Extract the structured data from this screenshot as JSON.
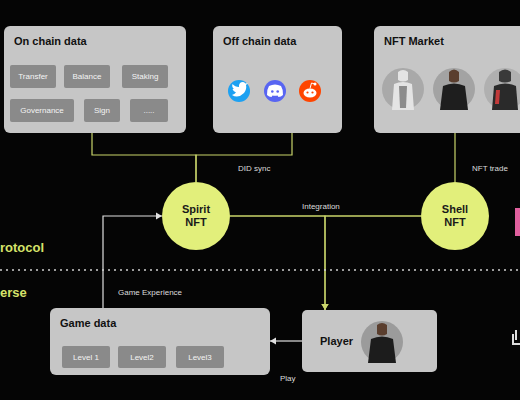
{
  "diagram": {
    "nodes": [
      {
        "text": [
          "On chain data"
        ]
      },
      {
        "text": [
          "Transfer"
        ],
        "in": 0
      },
      {
        "text": [
          "Balance"
        ],
        "in": 0
      },
      {
        "text": [
          "Staking"
        ],
        "in": 0
      },
      {
        "text": [
          "Governance"
        ],
        "in": 0
      },
      {
        "text": [
          "Sign"
        ],
        "in": 0
      },
      {
        "text": [
          "....."
        ],
        "in": 0
      },
      {
        "text": [
          "Off chain data"
        ]
      },
      {
        "text": [
          "NFT Market"
        ]
      },
      {
        "text": [
          "Spirit NFT"
        ]
      },
      {
        "text": [
          "Shell NFT"
        ]
      },
      {
        "text": [
          "Game data"
        ]
      },
      {
        "text": [
          "Level 1"
        ],
        "in": 11
      },
      {
        "text": [
          "Level2"
        ],
        "in": 11
      },
      {
        "text": [
          "Level3"
        ],
        "in": 11
      },
      {
        "text": [
          "Player"
        ]
      }
    ],
    "edges": [
      {
        "from": 0,
        "to": 9,
        "arrow": "none"
      },
      {
        "from": 7,
        "to": 9,
        "label": "DID sync",
        "arrow": "none"
      },
      {
        "from": 8,
        "to": 10,
        "label": "NFT trade",
        "arrow": "none"
      },
      {
        "from": 9,
        "to": 10,
        "label": "Integration",
        "arrow": "none"
      },
      {
        "from": 9,
        "to": 15,
        "arrow": "to"
      },
      {
        "from": 10,
        "to": 15,
        "arrow": "to"
      },
      {
        "from": 15,
        "to": 11,
        "label": "Play",
        "arrow": "to"
      },
      {
        "from": 11,
        "to": 9,
        "label": "Game Experience",
        "arrow": "to"
      }
    ],
    "labels": [
      "rotocol",
      "erse"
    ]
  }
}
